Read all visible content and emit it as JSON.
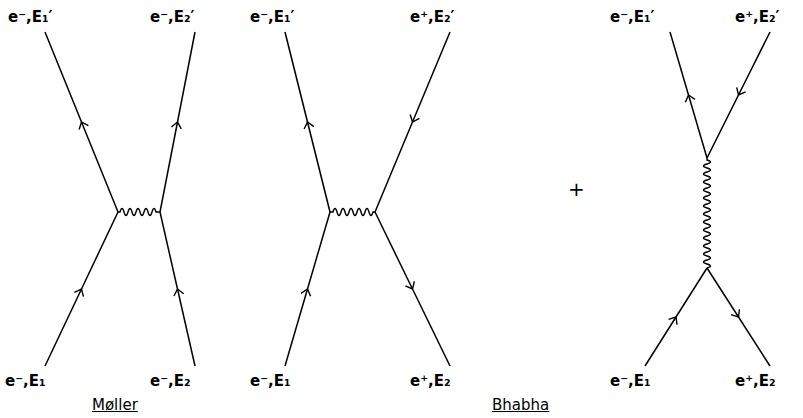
{
  "diagram": {
    "labels": [
      "e⁻,E₁′",
      "e⁻,E₂′",
      "e⁻,E₁′",
      "e⁺,E₂′",
      "e⁻,E₁′",
      "e⁺,E₂′",
      "+",
      "e⁻,E₁",
      "e⁻,E₂",
      "e⁻,E₁",
      "e⁺,E₂",
      "e⁻,E₁",
      "e⁺,E₂",
      "Møller",
      "Bhabha"
    ]
  }
}
